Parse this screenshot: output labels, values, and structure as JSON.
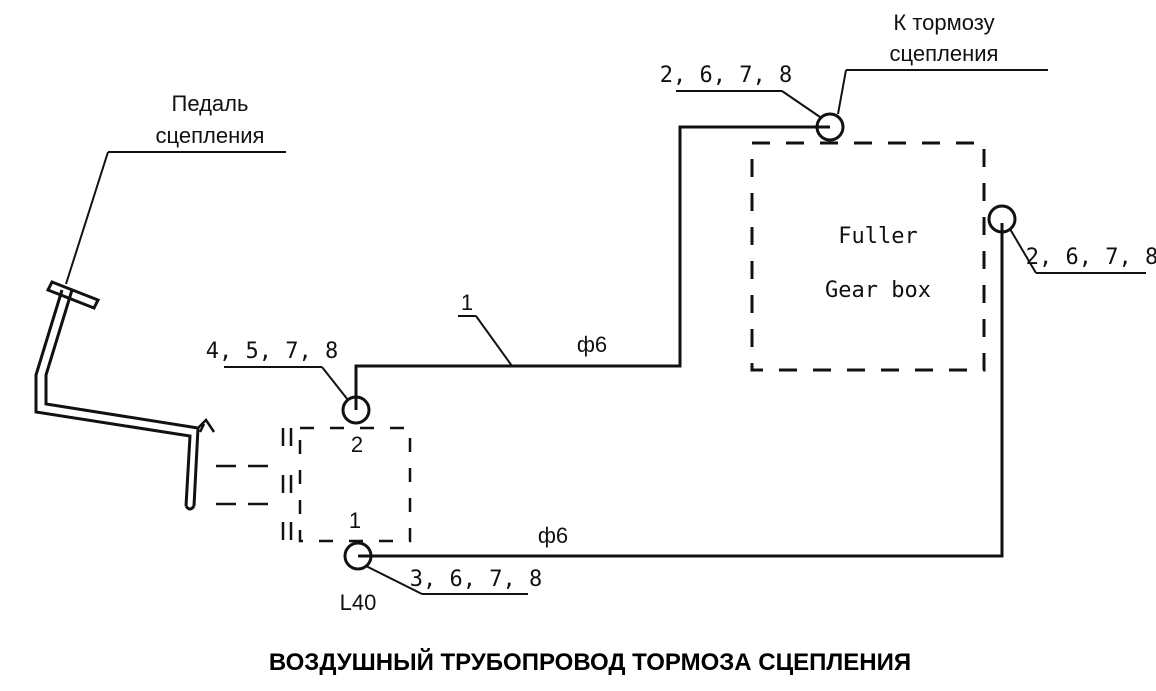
{
  "labels": {
    "pedal_line1": "Педаль",
    "pedal_line2": "сцепления",
    "to_brake_line1": "К тормозу",
    "to_brake_line2": "сцепления",
    "top_fittings": "2, 6, 7, 8",
    "right_fittings": "2, 6, 7, 8",
    "left_fittings": "4, 5, 7, 8",
    "bottom_fittings": "3, 6, 7, 8",
    "pipe_number": "1",
    "pipe_diam_upper": "ф6",
    "pipe_diam_lower": "ф6",
    "port_2": "2",
    "port_1": "1",
    "l40": "L40",
    "gearbox_line1": "Fuller",
    "gearbox_line2": "Gear box"
  },
  "title": "ВОЗДУШНЫЙ ТРУБОПРОВОД ТОРМОЗА СЦЕПЛЕНИЯ"
}
